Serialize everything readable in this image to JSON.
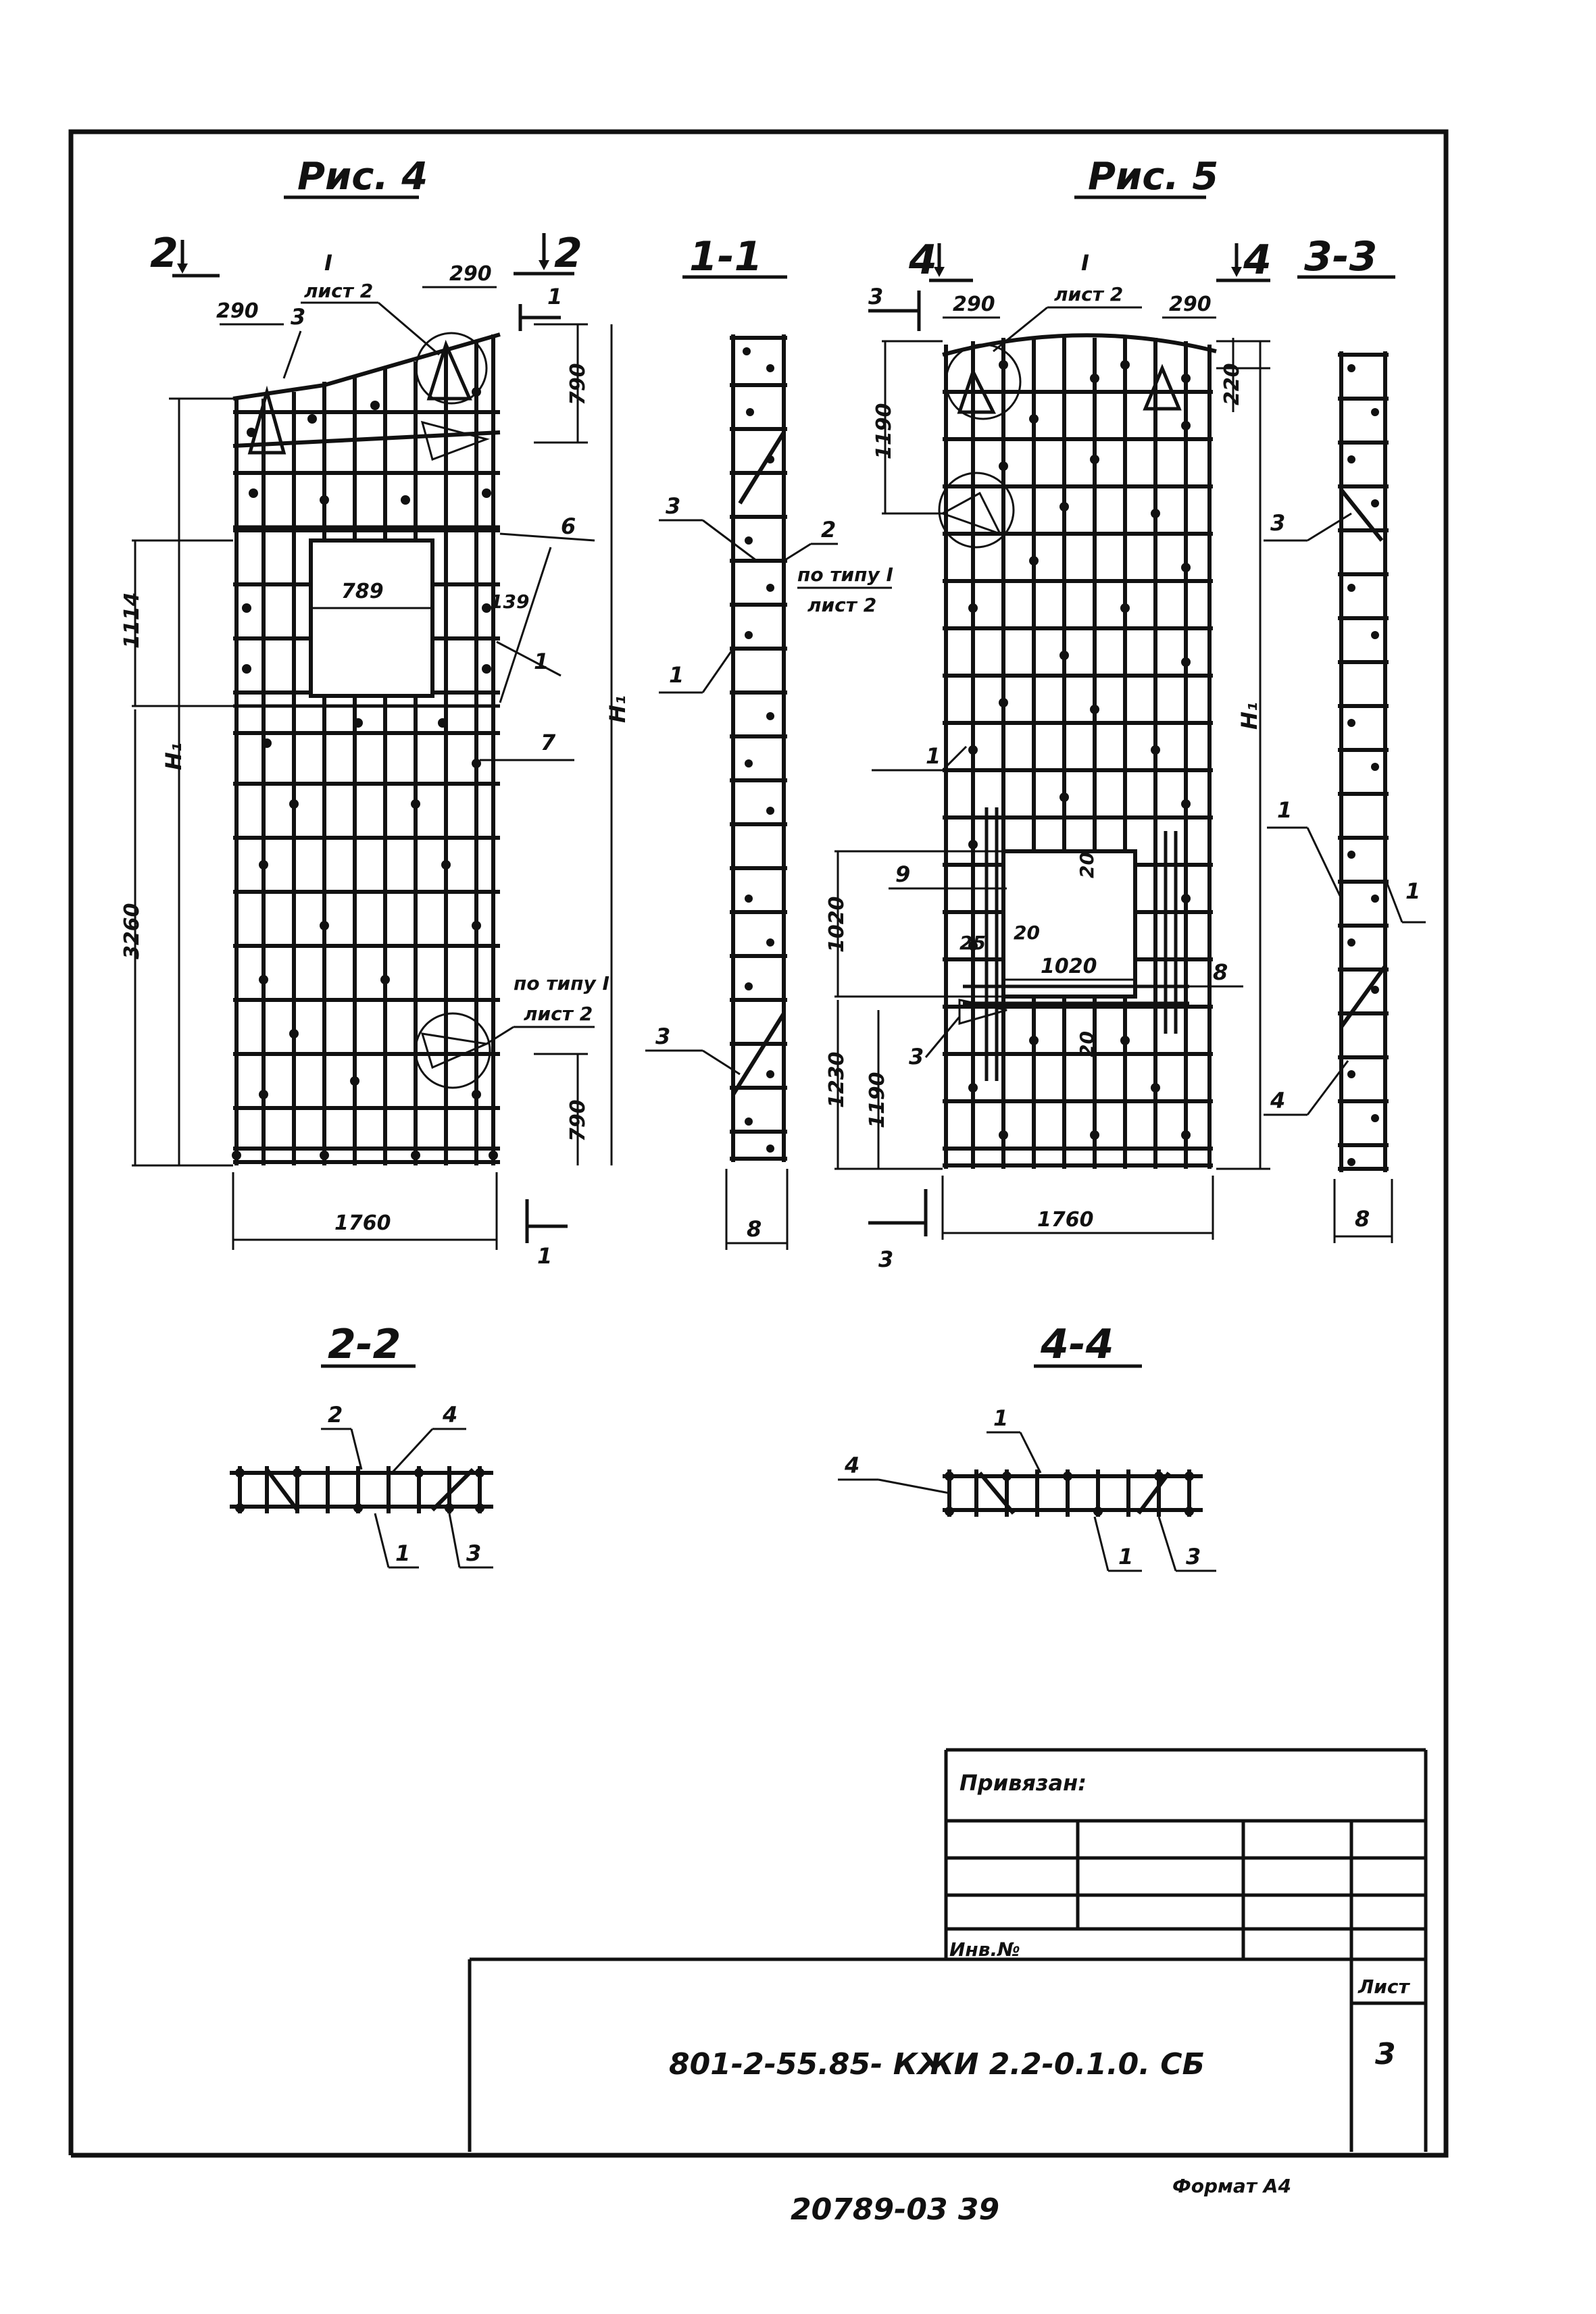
{
  "figures": {
    "fig4": {
      "title": "Рис. 4",
      "section_marks": {
        "cut2_left": "2",
        "cut2_right": "2",
        "cut1_top": "1",
        "cut1_bottom": "1"
      },
      "callout_top": {
        "roman": "I",
        "sheet": "лист 2"
      },
      "callout_bottom": {
        "text": "по типу I",
        "sheet": "лист 2"
      },
      "dims": {
        "d290a": "290",
        "d290b": "290",
        "d790a": "790",
        "d790b": "790",
        "d789": "789",
        "d1114": "1114",
        "d3260": "3260",
        "d1760": "1760",
        "d139": "139",
        "h1a": "H₁",
        "h1b": "H₁"
      },
      "labels": {
        "p3": "3",
        "p6": "6",
        "p1": "1",
        "p7": "7"
      }
    },
    "fig5": {
      "title": "Рис. 5",
      "section_marks": {
        "cut4_left": "4",
        "cut4_right": "4",
        "cut3_top": "3",
        "cut3_bottom": "3"
      },
      "callout_top": {
        "roman": "I",
        "sheet": "лист 2"
      },
      "dims": {
        "d290a": "290",
        "d290b": "290",
        "d220": "220",
        "d1190a": "1190",
        "d1020v": "1020",
        "d1020h": "1020",
        "d1230": "1230",
        "d1190b": "1190",
        "d20a": "20",
        "d20b": "20",
        "d20c": "20",
        "d25": "25",
        "d1760": "1760",
        "h1": "H₁"
      },
      "labels": {
        "p1": "1",
        "p9": "9",
        "p8": "8",
        "p3": "3"
      }
    },
    "sec11": {
      "title": "1-1",
      "labels": {
        "p3a": "3",
        "p2": "2",
        "p1": "1",
        "p3b": "3"
      },
      "callout": {
        "text": "по типу I",
        "sheet": "лист 2"
      },
      "width": "8"
    },
    "sec33": {
      "title": "3-3",
      "labels": {
        "p3": "3",
        "p1a": "1",
        "p1b": "1",
        "p4": "4"
      },
      "width": "8"
    },
    "sec22": {
      "title": "2-2",
      "labels": {
        "p2": "2",
        "p4": "4",
        "p1": "1",
        "p3": "3"
      }
    },
    "sec44": {
      "title": "4-4",
      "labels": {
        "p4": "4",
        "p1a": "1",
        "p1b": "1",
        "p3": "3"
      }
    }
  },
  "title_block": {
    "bound": "Привязан:",
    "inv": "Инв.№",
    "code": "801-2-55.85- КЖИ 2.2-0.1.0. СБ",
    "sheet_label": "Лист",
    "sheet_no": "3"
  },
  "footer": {
    "number": "20789-03 39",
    "format": "Формат А4"
  }
}
